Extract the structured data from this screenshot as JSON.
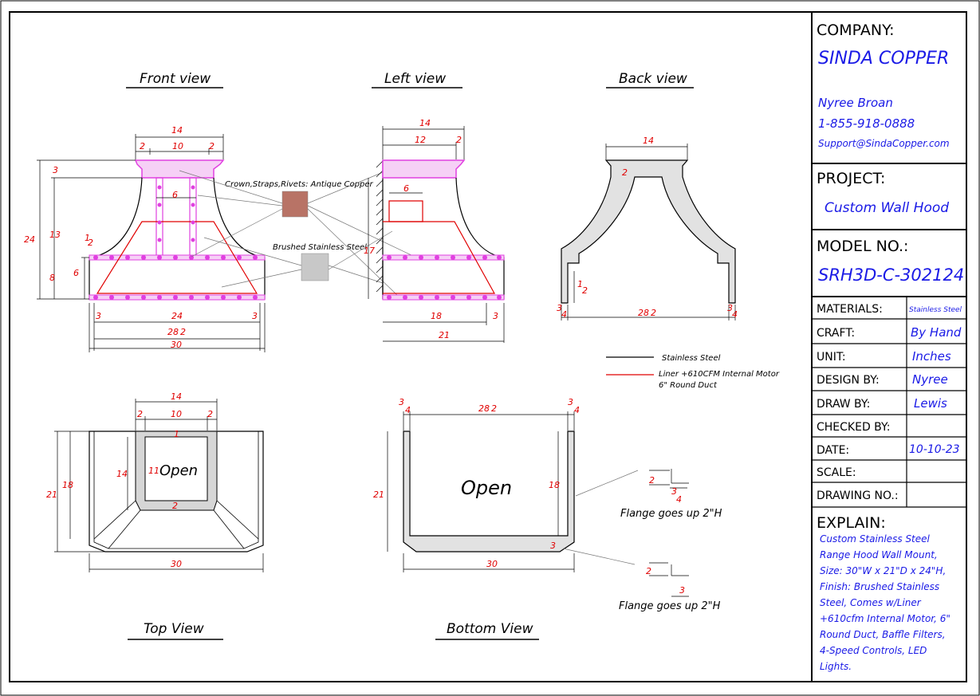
{
  "views": {
    "front": "Front view",
    "left": "Left view",
    "back": "Back view",
    "top": "Top View",
    "bottom": "Bottom View"
  },
  "callouts": {
    "copper": "Crown,Straps,Rivets: Antique Copper",
    "steel": "Brushed Stainless Steel"
  },
  "legend": {
    "steel": "Stainless Steel",
    "liner_1": "Liner +610CFM Internal Motor",
    "liner_2": "6\" Round Duct"
  },
  "labels": {
    "open": "Open",
    "flange_1": "Flange goes up 2\"H",
    "flange_2": "Flange goes up 2\"H"
  },
  "dims": {
    "d14": "14",
    "d10": "10",
    "d12": "12",
    "d2": "2",
    "d3": "3",
    "d6": "6",
    "d8": "8",
    "d13": "13",
    "d24": "24",
    "d17": "17",
    "d18": "18",
    "d21": "21",
    "d30": "30",
    "d11": "11",
    "d1": "1",
    "d28": "28",
    "half": "2",
    "frac_num": "1",
    "frac_3": "3",
    "frac_4": "4"
  },
  "title_block": {
    "company_label": "COMPANY:",
    "company": "SINDA COPPER",
    "contact_name": "Nyree Broan",
    "phone": "1-855-918-0888",
    "email": "Support@SindaCopper.com",
    "project_label": "PROJECT:",
    "project": "Custom Wall Hood",
    "model_label": "MODEL NO.:",
    "model": "SRH3D-C-302124",
    "rows": [
      {
        "label": "MATERIALS:",
        "value": "Stainless Steel"
      },
      {
        "label": "CRAFT:",
        "value": "By Hand"
      },
      {
        "label": "UNIT:",
        "value": "Inches"
      },
      {
        "label": "DESIGN BY:",
        "value": "Nyree"
      },
      {
        "label": "DRAW BY:",
        "value": "Lewis"
      },
      {
        "label": "CHECKED BY:",
        "value": ""
      },
      {
        "label": "DATE:",
        "value": "10-10-23"
      },
      {
        "label": "SCALE:",
        "value": ""
      },
      {
        "label": "DRAWING NO.:",
        "value": ""
      }
    ],
    "explain_label": "EXPLAIN:",
    "explain_lines": [
      "Custom Stainless Steel",
      "Range Hood Wall Mount,",
      "Size: 30\"W x 21\"D x 24\"H,",
      "Finish: Brushed Stainless",
      "Steel, Comes w/Liner",
      "+610cfm Internal Motor, 6\"",
      "Round Duct, Baffle Filters,",
      "4-Speed Controls, LED",
      "Lights."
    ]
  },
  "colors": {
    "dimension": "#e00000",
    "copper_trim": "#e040e0",
    "liner": "#e00000",
    "title_value": "#1a1ae6",
    "copper_swatch": "#b87366",
    "steel_swatch": "#c8c8c8"
  }
}
